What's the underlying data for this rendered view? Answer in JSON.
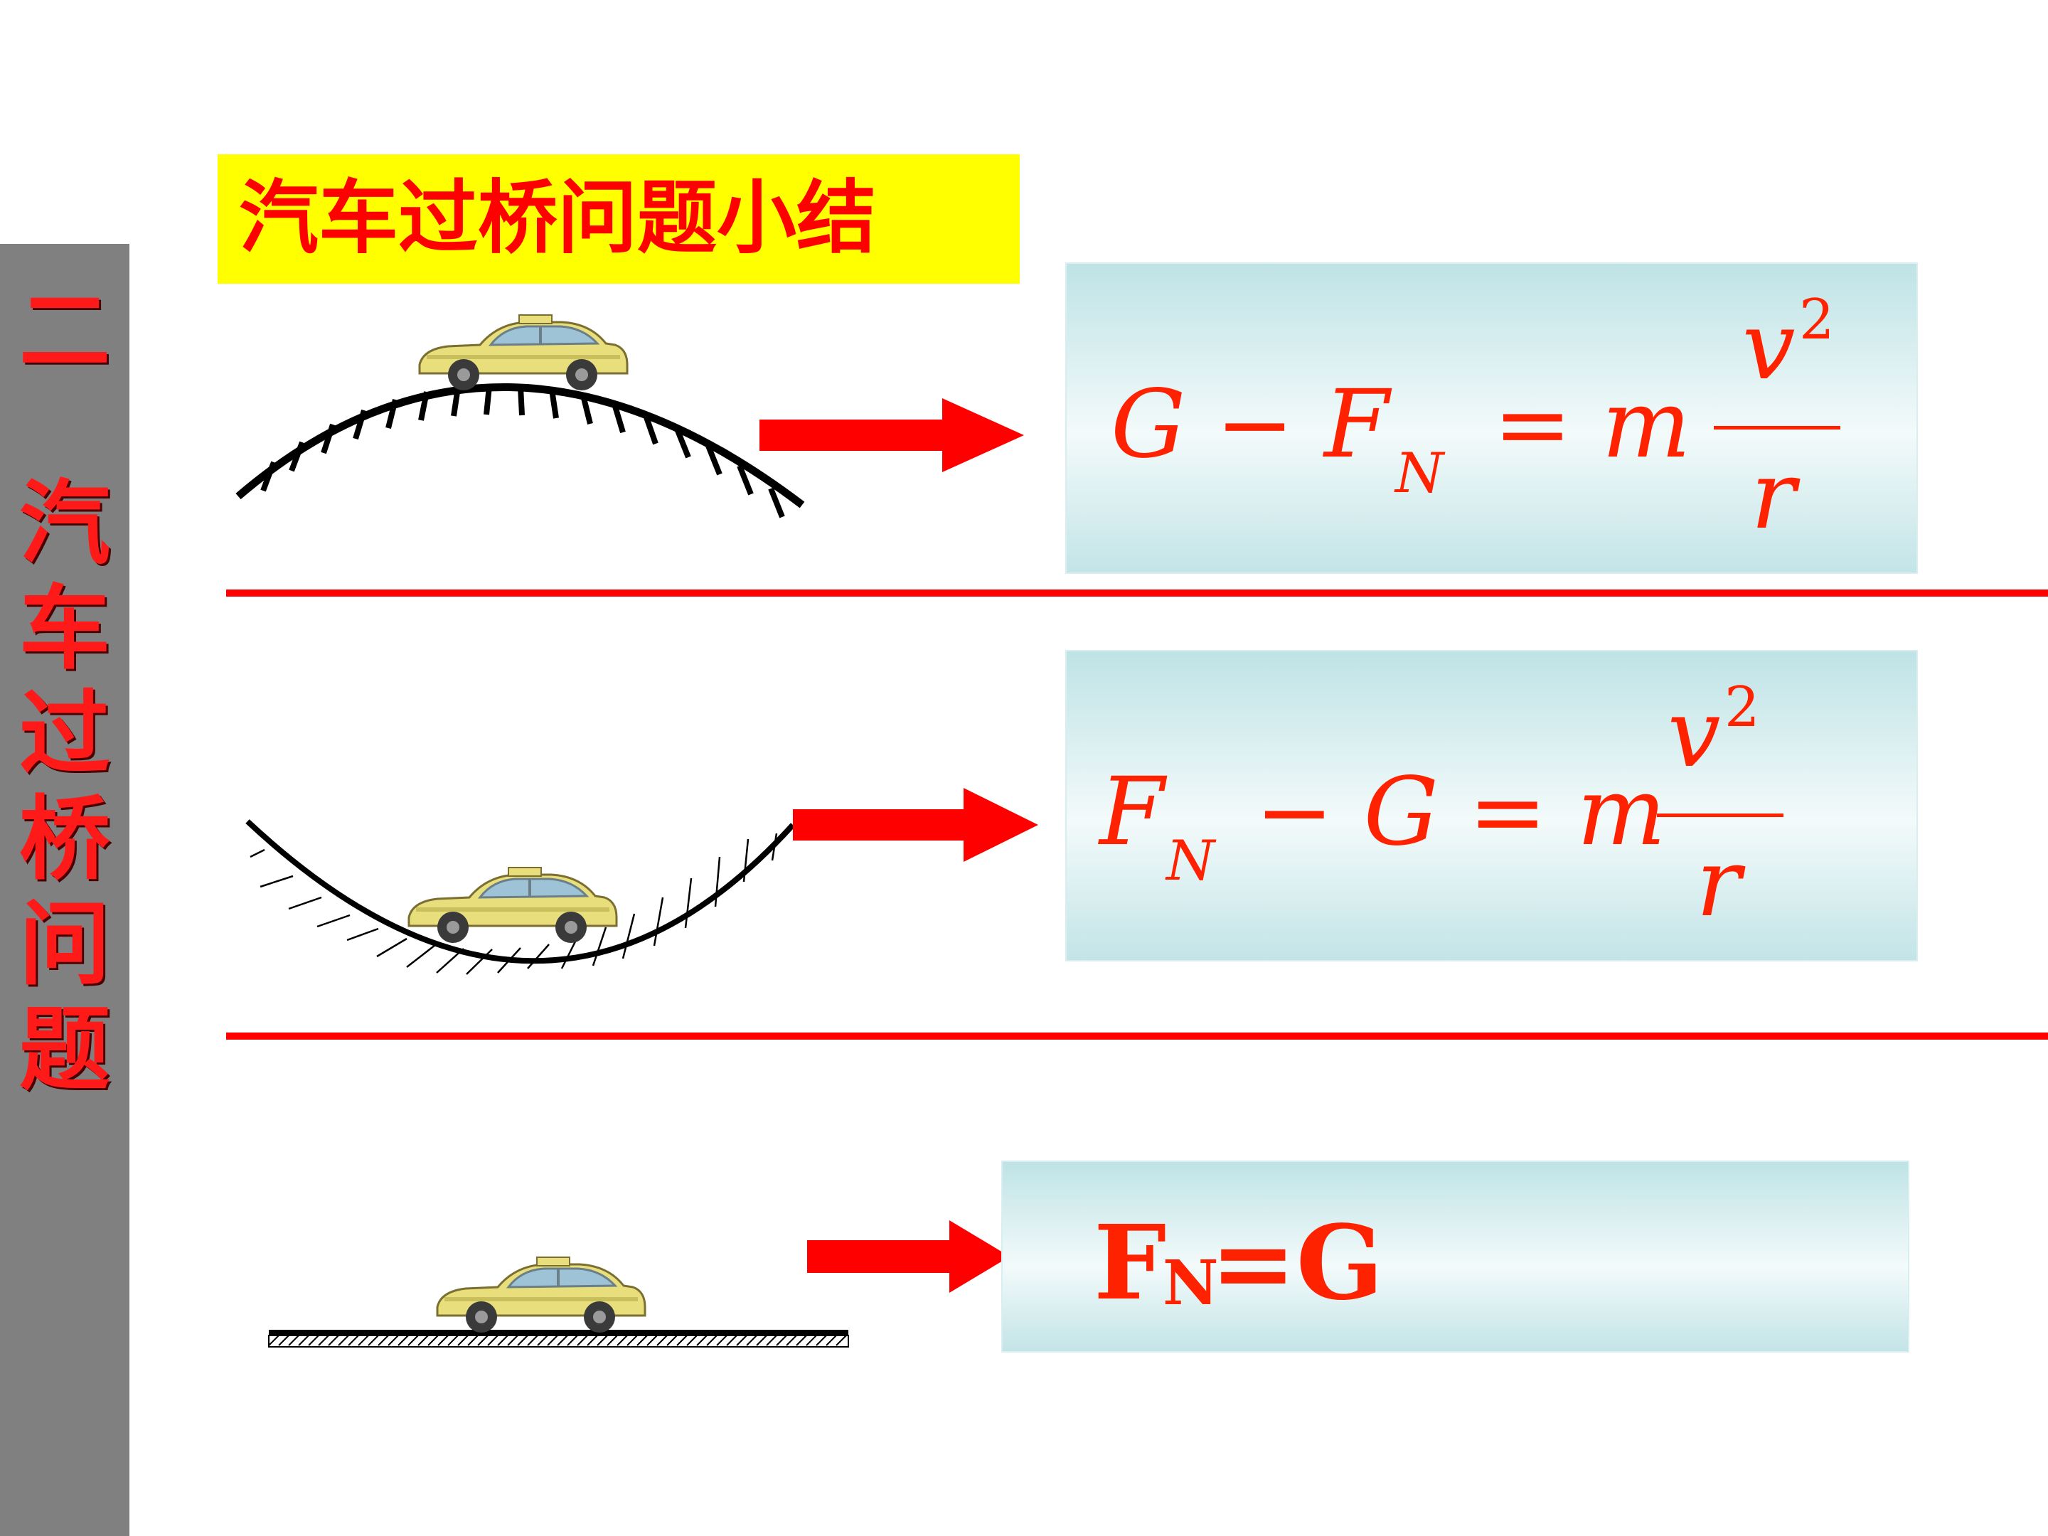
{
  "sidebar": {
    "chars": [
      "二",
      "汽",
      "车",
      "过",
      "桥",
      "问",
      "题"
    ]
  },
  "title": "汽车过桥问题小结",
  "equations": {
    "convex": {
      "left": "G − F",
      "sub": "N",
      "mid": "= m",
      "numerator": "v",
      "exponent": "2",
      "denominator": "r"
    },
    "concave": {
      "left": "F",
      "sub": "N",
      "mid": "− G = m",
      "numerator": "v",
      "exponent": "2",
      "denominator": "r"
    },
    "flat": {
      "left": "F",
      "sub": "N",
      "right": "=G"
    }
  },
  "colors": {
    "accent": "#ff0000",
    "equation": "#ff2200",
    "title_bg": "#ffff00",
    "sidebar_bg": "#808080",
    "box_bg": "#cfeaec"
  }
}
